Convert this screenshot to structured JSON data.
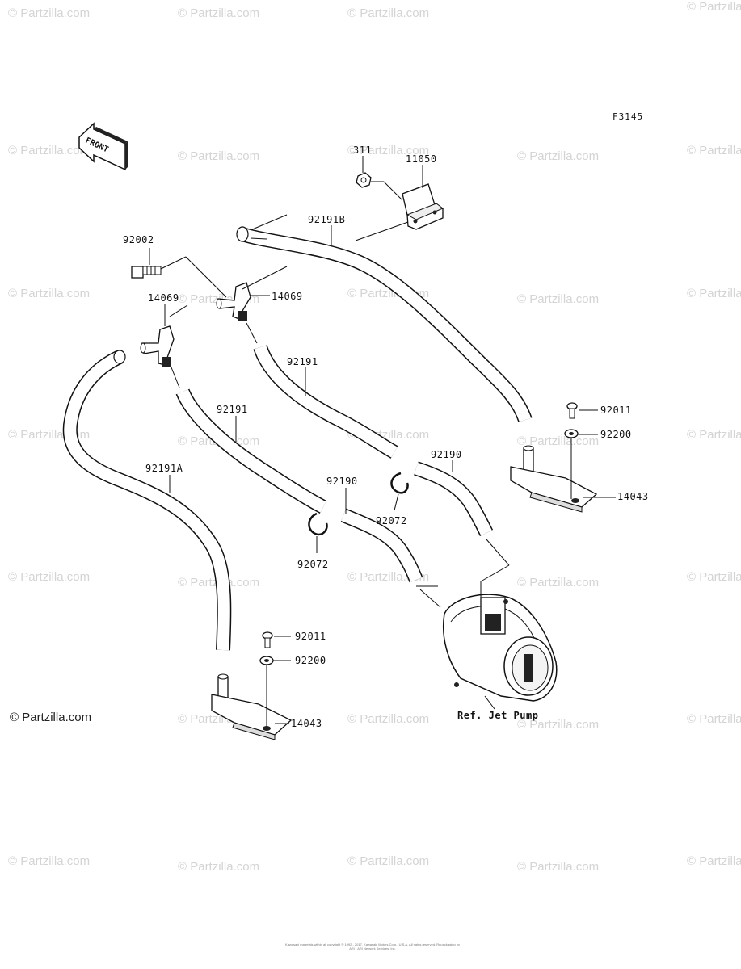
{
  "watermark": "© Partzilla.com",
  "brand": "© Partzilla.com",
  "figure_code": "F3145",
  "front_label": "FRONT",
  "reference_label": "Ref. Jet Pump",
  "copyright": "Kawasaki materials within all copyright © 1992 - 2017, Kawasaki Motors Corp., U.S.A. All rights reserved. Repackaging by ARI - ARI Network Services, Inc.",
  "part_labels": {
    "p311": "311",
    "p11050": "11050",
    "p92191B": "92191B",
    "p92002": "92002",
    "p14069_right": "14069",
    "p14069_left": "14069",
    "p92191_upper": "92191",
    "p92191_lower": "92191",
    "p92191A": "92191A",
    "p92190_right": "92190",
    "p92190_left": "92190",
    "p92072_right": "92072",
    "p92072_left": "92072",
    "p92011_right": "92011",
    "p92200_right": "92200",
    "p14043_right": "14043",
    "p92011_lower": "92011",
    "p92200_lower": "92200",
    "p14043_lower": "14043"
  },
  "colors": {
    "line": "#111111",
    "watermark": "#d4d4d4",
    "background": "#ffffff"
  }
}
